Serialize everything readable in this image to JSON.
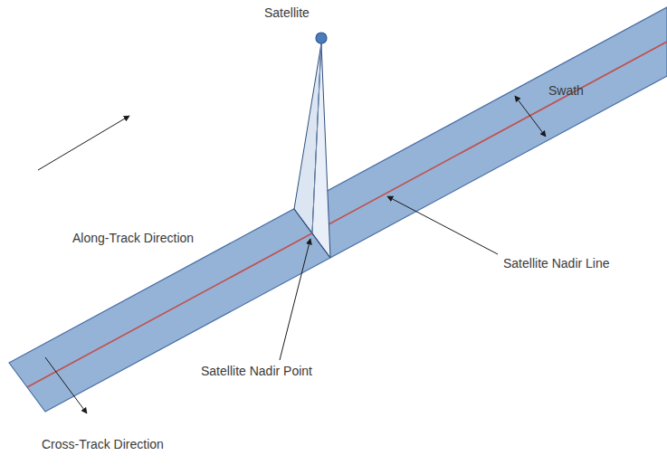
{
  "diagram": {
    "labels": [
      "Satellite",
      "Swath",
      "Along-Track Direction",
      "Satellite Nadir Line",
      "Satellite Nadir Point",
      "Cross-Track Direction"
    ]
  }
}
